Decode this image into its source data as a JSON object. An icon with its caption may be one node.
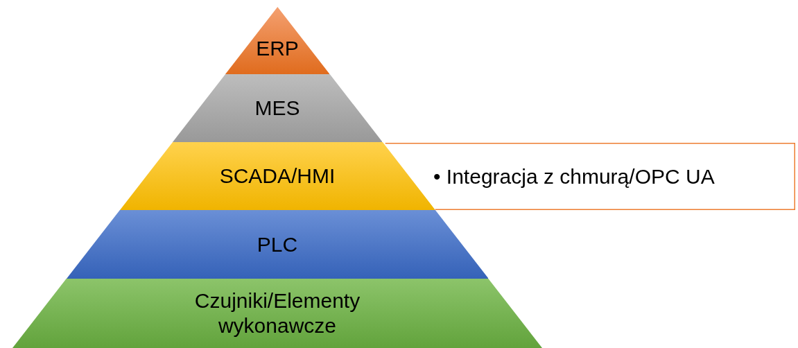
{
  "diagram": {
    "nodes": [
      {
        "text": [
          "ERP"
        ]
      },
      {
        "text": [
          "MES"
        ]
      },
      {
        "text": [
          "SCADA/HMI"
        ]
      },
      {
        "text": [
          "PLC"
        ]
      },
      {
        "text": [
          "Czujniki/Elementy wykonawcze"
        ]
      },
      {
        "text": [
          "• Integracja z chmurą/OPC UA"
        ]
      }
    ],
    "edges": []
  }
}
